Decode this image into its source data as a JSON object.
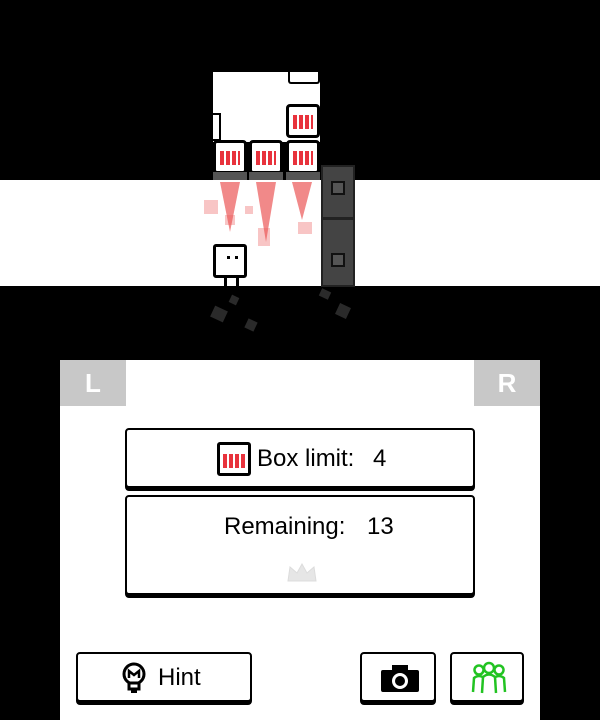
{
  "shoulders": {
    "left": "L",
    "right": "R"
  },
  "box_limit": {
    "label": "Box limit:",
    "value": "4"
  },
  "remaining": {
    "label": "Remaining:",
    "value": "13"
  },
  "hint_button": {
    "label": "Hint"
  },
  "icons": {
    "box": "box-icon",
    "crown": "crown-icon",
    "hint": "lightbulb-icon",
    "camera": "camera-icon",
    "community": "people-icon"
  },
  "colors": {
    "box_stripe": "#e8323c",
    "shoulder_button": "#c8c8c8",
    "community_icon": "#22c322"
  }
}
